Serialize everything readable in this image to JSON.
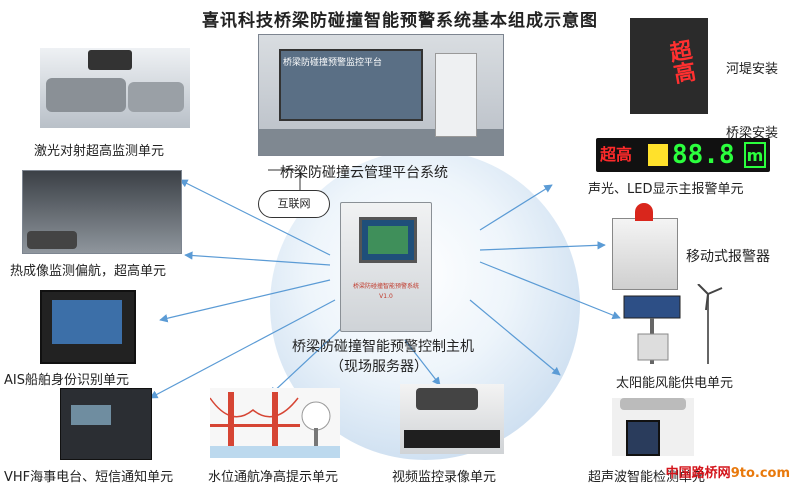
{
  "title": "喜讯科技桥梁防碰撞智能预警系统基本组成示意图",
  "center": {
    "cloud_platform": "桥梁防碰撞云管理平台系统",
    "internet": "互联网",
    "host_line1": "桥梁防碰撞智能预警控制主机",
    "host_line2": "（现场服务器）",
    "monitor_caption": "桥梁防碰撞预警监控平台",
    "cabinet_caption": "桥梁防碰撞智能预警系统",
    "cabinet_version": "V1.0"
  },
  "left_units": {
    "laser": "激光对射超高监测单元",
    "thermal": "热成像监测偏航，超高单元",
    "ais": "AIS船舶身份识别单元",
    "vhf": "VHF海事电台、短信通知单元",
    "water": "水位通航净高提示单元",
    "video": "视频监控录像单元"
  },
  "right_units": {
    "riverbank": "河堤安装",
    "bridge": "桥梁安装",
    "led_unit": "声光、LED显示主报警单元",
    "mobile_alarm": "移动式报警器",
    "solar": "太阳能风能供电单元",
    "sonar": "超声波智能检测单元"
  },
  "led_display": {
    "warning_text": "超高",
    "number": "88.8",
    "unit": "m"
  },
  "sign_text": "超高",
  "watermark": {
    "cn": "中国路桥网",
    "domain": "9to.com"
  },
  "colors": {
    "arrow": "#5b9bd5",
    "led_red": "#ff2a2a",
    "led_green": "#2bff3d",
    "led_yellow": "#ffe12b"
  }
}
